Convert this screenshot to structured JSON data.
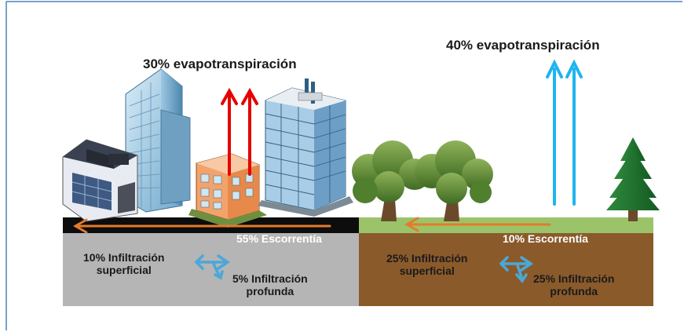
{
  "colors": {
    "urban_ground": "#b5b5b5",
    "urban_surface": "#0d0d0d",
    "rural_ground": "#8a5a2b",
    "rural_grass": "#9bc46a",
    "urban_evapo_arrow": "#e60000",
    "rural_evapo_arrow": "#1fb4ef",
    "runoff_arrow": "#e57a2c",
    "infiltration_arrow": "#4aa8d8",
    "frame_border": "#4f81bd"
  },
  "urban": {
    "evapotranspiration": "30% evapotranspiración",
    "runoff": "55%  Escorrentía",
    "shallow_infiltration": [
      "10% Infiltración",
      "superficial"
    ],
    "deep_infiltration": [
      "5% Infiltración",
      "profunda"
    ]
  },
  "rural": {
    "evapotranspiration": "40% evapotranspiración",
    "runoff": "10%  Escorrentía",
    "shallow_infiltration": [
      "25% Infiltración",
      "superficial"
    ],
    "deep_infiltration": [
      "25% Infiltración",
      "profunda"
    ]
  }
}
